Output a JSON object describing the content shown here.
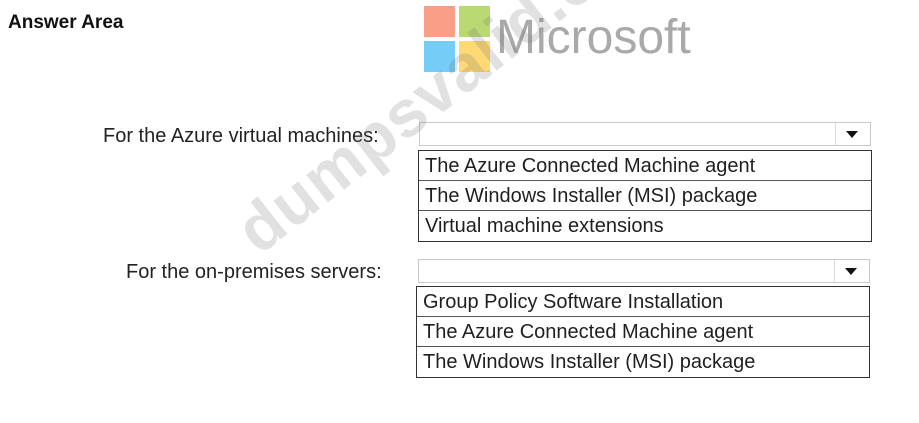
{
  "title": "Answer Area",
  "logo": {
    "text": "Microsoft",
    "colors": [
      "#f25022",
      "#7fba00",
      "#00a4ef",
      "#ffb900"
    ]
  },
  "watermark": "dumpsvalid.com",
  "questions": [
    {
      "label": "For the Azure virtual machines:",
      "options": [
        "The Azure Connected Machine agent",
        "The Windows Installer (MSI) package",
        "Virtual machine extensions"
      ]
    },
    {
      "label": "For the on-premises servers:",
      "options": [
        "Group Policy Software Installation",
        "The Azure Connected Machine agent",
        "The Windows Installer (MSI) package"
      ]
    }
  ]
}
